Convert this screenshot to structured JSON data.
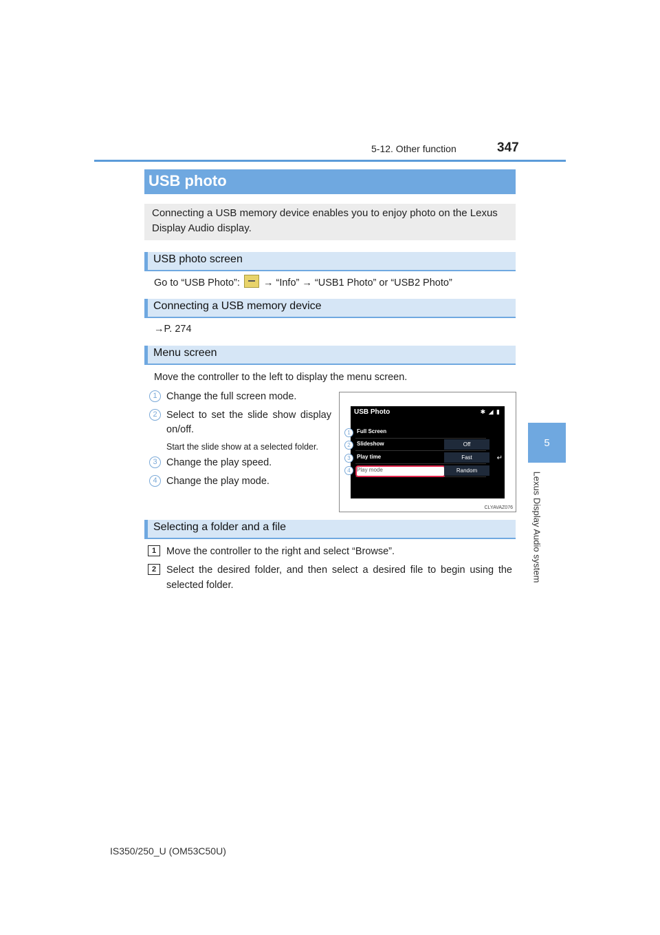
{
  "header": {
    "section": "5-12. Other function",
    "page_number": "347"
  },
  "side_tab": {
    "chapter": "5",
    "label": "Lexus Display Audio system"
  },
  "title": "USB photo",
  "intro": "Connecting a USB memory device enables you to enjoy photo on the Lexus Display Audio display.",
  "sections": {
    "screen": {
      "heading": "USB photo screen",
      "text_pre": "Go to “USB Photo”:",
      "text_post": "→ “Info” → “USB1 Photo” or “USB2 Photo”"
    },
    "connect": {
      "heading": "Connecting a USB memory device",
      "ref": "→P. 274"
    },
    "menu": {
      "heading": "Menu screen",
      "lead": "Move the controller to the left to display the menu screen.",
      "items": [
        {
          "num": "1",
          "text": "Change the full screen mode."
        },
        {
          "num": "2",
          "text": "Select to set the slide show display",
          "text2": "on/off.",
          "note": "Start the slide show at a selected folder."
        },
        {
          "num": "3",
          "text": "Change the play speed."
        },
        {
          "num": "4",
          "text": "Change the play mode."
        }
      ]
    },
    "select": {
      "heading": "Selecting a folder and a file",
      "steps": [
        {
          "num": "1",
          "text": "Move the controller to the right and select “Browse”."
        },
        {
          "num": "2",
          "text": "Select the desired folder, and then select a desired file to begin using the",
          "text2": "selected folder."
        }
      ]
    }
  },
  "screenshot": {
    "title": "USB Photo",
    "status_icons": "✱ ◢ ▮",
    "rows": [
      {
        "label": "Full Screen",
        "value": ""
      },
      {
        "label": "Slideshow",
        "value": "Off"
      },
      {
        "label": "Play time",
        "value": "Fast"
      },
      {
        "label": "Play mode",
        "value": "Random"
      }
    ],
    "back_icon": "↵",
    "code": "CLYAVAZ076"
  },
  "footer": "IS350/250_U (OM53C50U)",
  "colors": {
    "accent": "#6fa8e0",
    "section_bg": "#d6e6f6",
    "intro_bg": "#ececec"
  }
}
